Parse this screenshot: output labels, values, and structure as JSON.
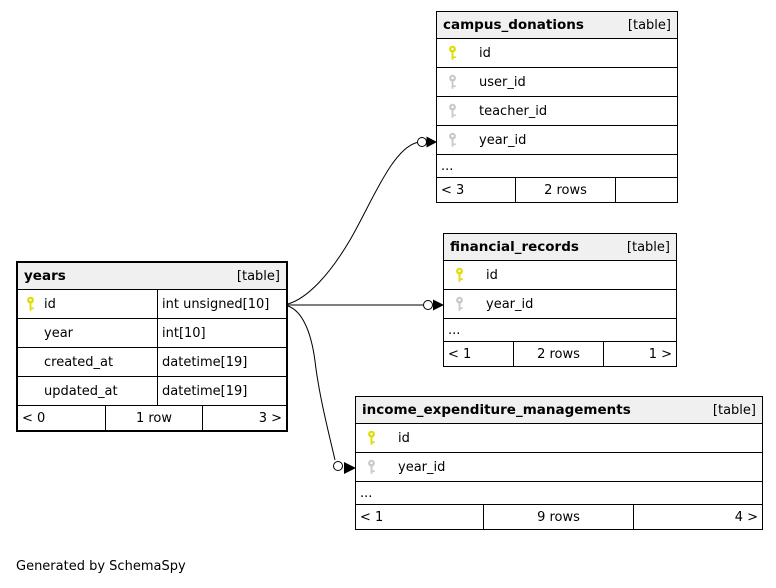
{
  "diagram": {
    "generator_note": "Generated by SchemaSpy",
    "colors": {
      "header_bg": "#f0f0f0",
      "border": "#000000",
      "primary_key_icon": "#dddd00",
      "foreign_key_icon": "#c9c9c9",
      "background": "#ffffff"
    }
  },
  "tables": {
    "campus_donations": {
      "name": "campus_donations",
      "badge": "[table]",
      "columns": [
        {
          "name": "id",
          "key": "primary-key-icon"
        },
        {
          "name": "user_id",
          "key": "foreign-key-icon"
        },
        {
          "name": "teacher_id",
          "key": "foreign-key-icon"
        },
        {
          "name": "year_id",
          "key": "foreign-key-icon"
        }
      ],
      "ellipsis": "...",
      "footer": {
        "left": "< 3",
        "center": "2 rows",
        "right": ""
      }
    },
    "financial_records": {
      "name": "financial_records",
      "badge": "[table]",
      "columns": [
        {
          "name": "id",
          "key": "primary-key-icon"
        },
        {
          "name": "year_id",
          "key": "foreign-key-icon"
        }
      ],
      "ellipsis": "...",
      "footer": {
        "left": "< 1",
        "center": "2 rows",
        "right": "1 >"
      }
    },
    "income_expenditure_managements": {
      "name": "income_expenditure_managements",
      "badge": "[table]",
      "columns": [
        {
          "name": "id",
          "key": "primary-key-icon"
        },
        {
          "name": "year_id",
          "key": "foreign-key-icon"
        }
      ],
      "ellipsis": "...",
      "footer": {
        "left": "< 1",
        "center": "9 rows",
        "right": "4 >"
      }
    },
    "years": {
      "name": "years",
      "badge": "[table]",
      "columns": [
        {
          "name": "id",
          "type": "int unsigned[10]",
          "key": "primary-key-icon"
        },
        {
          "name": "year",
          "type": "int[10]",
          "key": ""
        },
        {
          "name": "created_at",
          "type": "datetime[19]",
          "key": ""
        },
        {
          "name": "updated_at",
          "type": "datetime[19]",
          "key": ""
        }
      ],
      "footer": {
        "left": "< 0",
        "center": "1 row",
        "right": "3 >"
      }
    }
  },
  "relationships": [
    {
      "from": "years.id",
      "to": "campus_donations.year_id"
    },
    {
      "from": "years.id",
      "to": "financial_records.year_id"
    },
    {
      "from": "years.id",
      "to": "income_expenditure_managements.year_id"
    }
  ]
}
